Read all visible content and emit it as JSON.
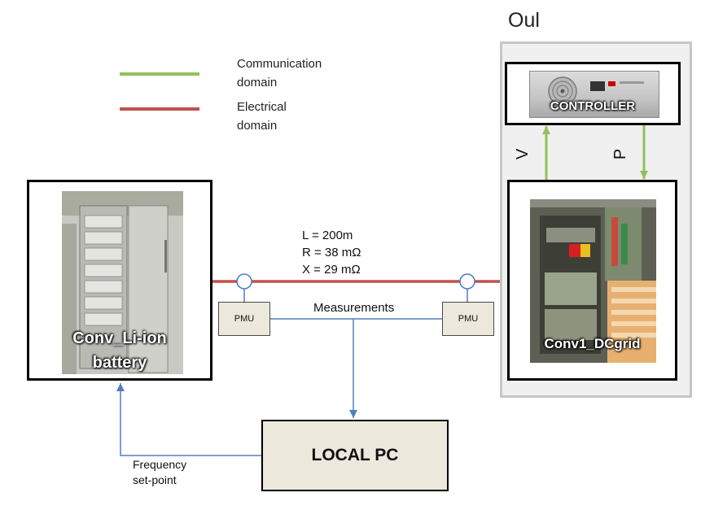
{
  "site": {
    "label": "Oul"
  },
  "legend": [
    {
      "label_line1": "Communication",
      "label_line2": "domain",
      "color": "#92c05a"
    },
    {
      "label_line1": "Electrical",
      "label_line2": "domain",
      "color": "#c0504d"
    }
  ],
  "controller": {
    "label": "CONTROLLER"
  },
  "arrows": {
    "up_label": "V",
    "down_label": "P"
  },
  "battery": {
    "label_line1": "Conv_Li-ion",
    "label_line2": "battery"
  },
  "dcgrid": {
    "label": "Conv1_DCgrid"
  },
  "line_params": [
    "L = 200m",
    "R = 38 mΩ",
    "X = 29 mΩ"
  ],
  "pmu_left": {
    "label": "PMU"
  },
  "pmu_right": {
    "label": "PMU"
  },
  "measurements": {
    "label": "Measurements"
  },
  "local_pc": {
    "label": "LOCAL PC"
  },
  "feedback": {
    "label_line1": "Frequency",
    "label_line2": "set-point"
  },
  "colors": {
    "communication": "#92c05a",
    "electrical": "#c0504d",
    "measurement": "#4f7fbf"
  }
}
